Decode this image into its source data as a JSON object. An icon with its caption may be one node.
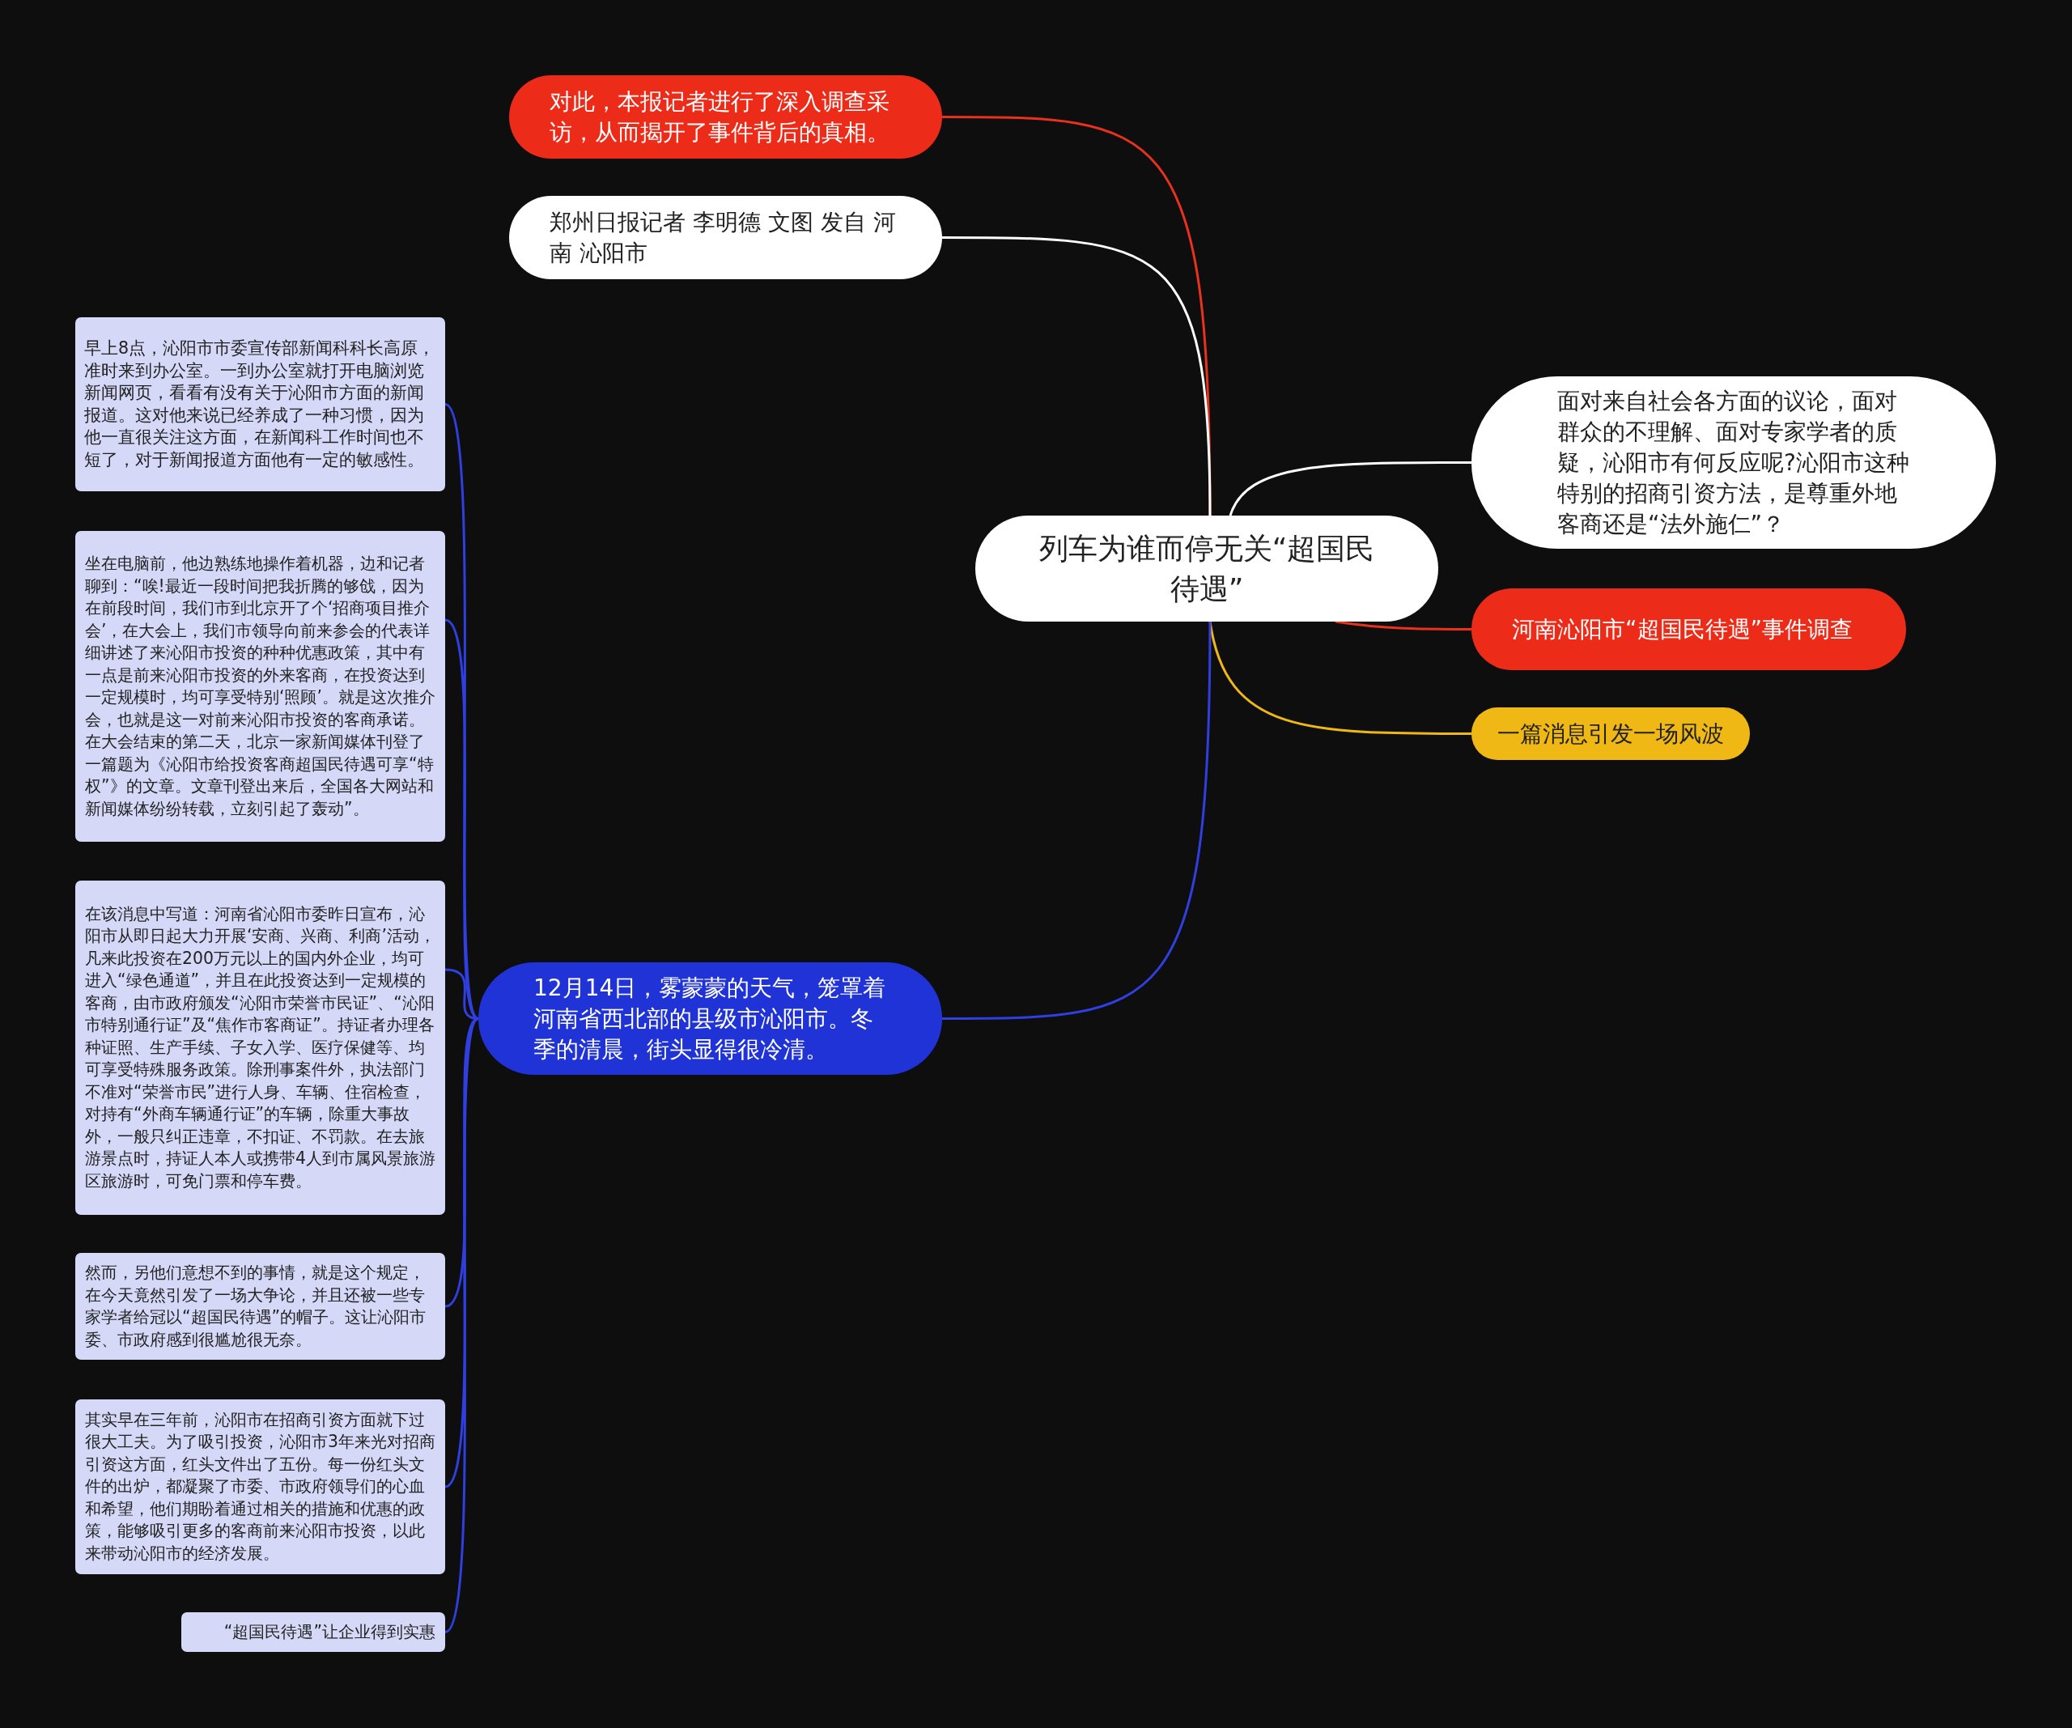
{
  "diagram": {
    "nodes": [
      {
        "text": [
          "列车为谁而停无关“超国民待遇”"
        ]
      },
      {
        "text": [
          "对此，本报记者进行了深入调查采访，从而揭开了事件背后的真相。"
        ]
      },
      {
        "text": [
          "郑州日报记者 李明德 文图 发自 河南 沁阳市"
        ]
      },
      {
        "text": [
          "面对来自社会各方面的议论，面对群众的不理解、面对专家学者的质疑，沁阳市有何反应呢?沁阳市这种特别的招商引资方法，是尊重外地客商还是“法外施仁”？"
        ]
      },
      {
        "text": [
          "河南沁阳市“超国民待遇”事件调查"
        ]
      },
      {
        "text": [
          "一篇消息引发一场风波"
        ]
      },
      {
        "text": [
          "12月14日，雾蒙蒙的天气，笼罩着河南省西北部的县级市沁阳市。冬季的清晨，街头显得很冷清。"
        ]
      },
      {
        "text": [
          "早上8点，沁阳市市委宣传部新闻科科长高原，准时来到办公室。一到办公室就打开电脑浏览新闻网页，看看有没有关于沁阳市方面的新闻报道。这对他来说已经养成了一种习惯，因为他一直很关注这方面，在新闻科工作时间也不短了，对于新闻报道方面他有一定的敏感性。"
        ]
      },
      {
        "text": [
          "坐在电脑前，他边熟练地操作着机器，边和记者聊到：“唉!最近一段时间把我折腾的够戗，因为在前段时间，我们市到北京开了个‘招商项目推介会’，在大会上，我们市领导向前来参会的代表详细讲述了来沁阳市投资的种种优惠政策，其中有一点是前来沁阳市投资的外来客商，在投资达到一定规模时，均可享受特别‘照顾’。就是这次推介会，也就是这一对前来沁阳市投资的客商承诺。在大会结束的第二天，北京一家新闻媒体刊登了一篇题为《沁阳市给投资客商超国民待遇可享“特权”》的文章。文章刊登出来后，全国各大网站和新闻媒体纷纷转载，立刻引起了轰动”。"
        ]
      },
      {
        "text": [
          "在该消息中写道：河南省沁阳市委昨日宣布，沁阳市从即日起大力开展‘安商、兴商、利商’活动，凡来此投资在200万元以上的国内外企业，均可进入“绿色通道”，并且在此投资达到一定规模的客商，由市政府颁发“沁阳市荣誉市民证”、“沁阳市特别通行证”及“焦作市客商证”。持证者办理各种证照、生产手续、子女入学、医疗保健等、均可享受特殊服务政策。除刑事案件外，执法部门不准对“荣誉市民”进行人身、车辆、住宿检查，对持有“外商车辆通行证”的车辆，除重大事故外，一般只纠正违章，不扣证、不罚款。在去旅游景点时，持证人本人或携带4人到市属风景旅游区旅游时，可免门票和停车费。"
        ]
      },
      {
        "text": [
          "然而，另他们意想不到的事情，就是这个规定，在今天竟然引发了一场大争论，并且还被一些专家学者给冠以“超国民待遇”的帽子。这让沁阳市委、市政府感到很尴尬很无奈。"
        ]
      },
      {
        "text": [
          "其实早在三年前，沁阳市在招商引资方面就下过很大工夫。为了吸引投资，沁阳市3年来光对招商引资这方面，红头文件出了五份。每一份红头文件的出炉，都凝聚了市委、市政府领导们的心血和希望，他们期盼着通过相关的措施和优惠的政策，能够吸引更多的客商前来沁阳市投资，以此来带动沁阳市的经济发展。"
        ]
      },
      {
        "text": [
          "“超国民待遇”让企业得到实惠"
        ]
      }
    ],
    "edges": [
      {
        "from": 0,
        "to": 1,
        "arrow": "none",
        "color": "#e8321e"
      },
      {
        "from": 0,
        "to": 2,
        "arrow": "none",
        "color": "#ffffff"
      },
      {
        "from": 0,
        "to": 3,
        "arrow": "none",
        "color": "#ffffff"
      },
      {
        "from": 0,
        "to": 4,
        "arrow": "none",
        "color": "#e8321e"
      },
      {
        "from": 0,
        "to": 5,
        "arrow": "none",
        "color": "#f0b814"
      },
      {
        "from": 0,
        "to": 6,
        "arrow": "none"
      },
      {
        "from": 6,
        "to": 7,
        "arrow": "none"
      },
      {
        "from": 6,
        "to": 8,
        "arrow": "none"
      },
      {
        "from": 6,
        "to": 9,
        "arrow": "none"
      },
      {
        "from": 6,
        "to": 10,
        "arrow": "none"
      },
      {
        "from": 6,
        "to": 11,
        "arrow": "none"
      },
      {
        "from": 6,
        "to": 12,
        "arrow": "none"
      }
    ]
  }
}
